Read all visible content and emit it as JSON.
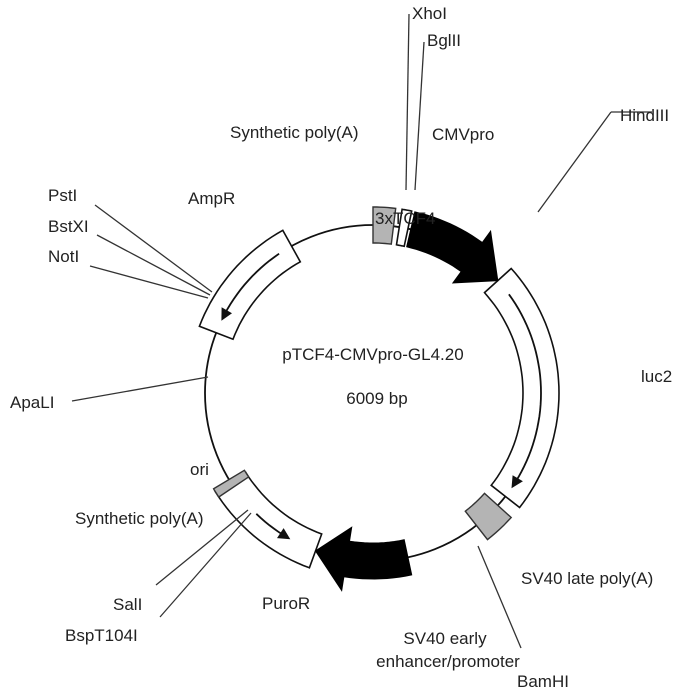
{
  "plasmid": {
    "name": "pTCF4-CMVpro-GL4.20",
    "size": "6009 bp"
  },
  "features": {
    "xhoi": "XhoI",
    "bglii": "BglII",
    "synthetic_polya_top": "Synthetic poly(A)",
    "cmvpro": "CMVpro",
    "hindiii": "HindIII",
    "pst1": "PstI",
    "bstxi": "BstXI",
    "noti": "NotI",
    "ampr": "AmpR",
    "tcf4": "3xTCF4",
    "luc2": "luc2",
    "apali": "ApaLI",
    "ori": "ori",
    "synthetic_polya_bottom": "Synthetic poly(A)",
    "sali": "SalI",
    "bspt104i": "BspT104I",
    "puror": "PuroR",
    "sv40_early_line1": "SV40 early",
    "sv40_early_line2": "enhancer/promoter",
    "sv40_late_polya": "SV40 late poly(A)",
    "bamhi": "BamHI"
  },
  "colors": {
    "outline": "#111111",
    "gray_feature": "#b4b4b4",
    "black_feature": "#000000",
    "white_feature": "#ffffff"
  }
}
